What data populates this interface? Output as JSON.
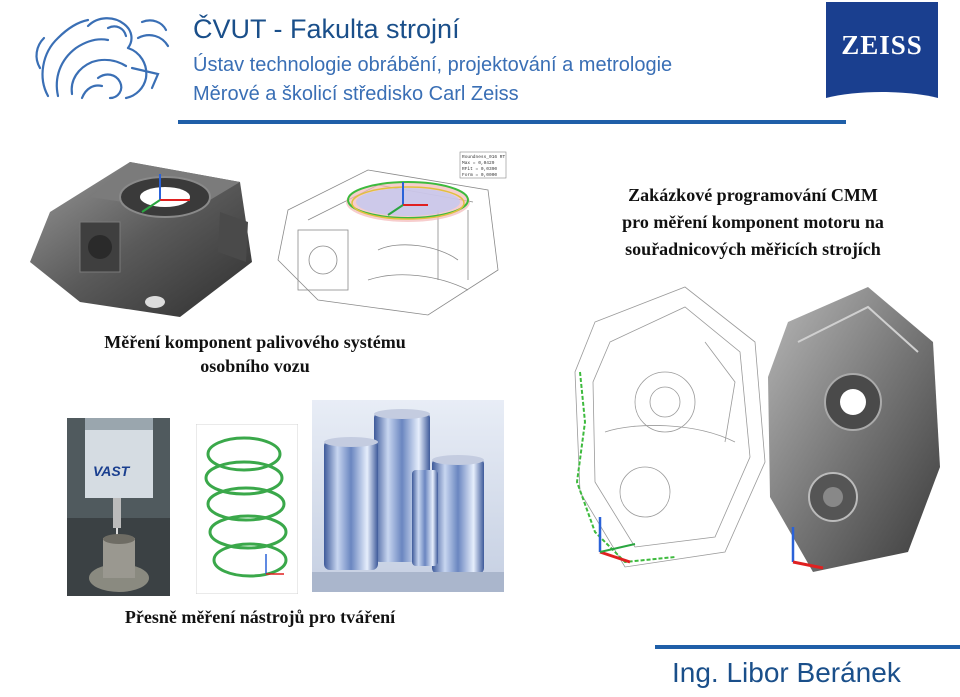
{
  "header": {
    "title": "ČVUT - Fakulta strojní",
    "subtitle_1": "Ústav technologie obrábění, projektování a metrologie",
    "subtitle_2": "Měrové a školicí středisko Carl Zeiss",
    "zeiss_logo_text": "ZEISS"
  },
  "captions": {
    "cmm_line_1": "Zakázkové programování CMM",
    "cmm_line_2": "pro měření komponent motoru na",
    "cmm_line_3": "souřadnicových měřicích strojích",
    "fuel_line_1": "Měření komponent palivového systému",
    "fuel_line_2": "osobního vozu",
    "tools": "Přesně měření nástrojů pro tváření"
  },
  "images": {
    "wireframe_info_lines": [
      "Roundness_016 RT",
      "Max = 0,0429",
      "RFit = 0,0390",
      "Form = 0,0000"
    ],
    "probe_brand": "VAST"
  },
  "footer": {
    "author": "Ing. Libor Beránek"
  },
  "colors": {
    "brand_blue": "#1a4f8a",
    "subtitle_blue": "#3a6fb5",
    "rule_blue": "#1f5fa8",
    "zeiss_blue": "#1a3f8f"
  }
}
